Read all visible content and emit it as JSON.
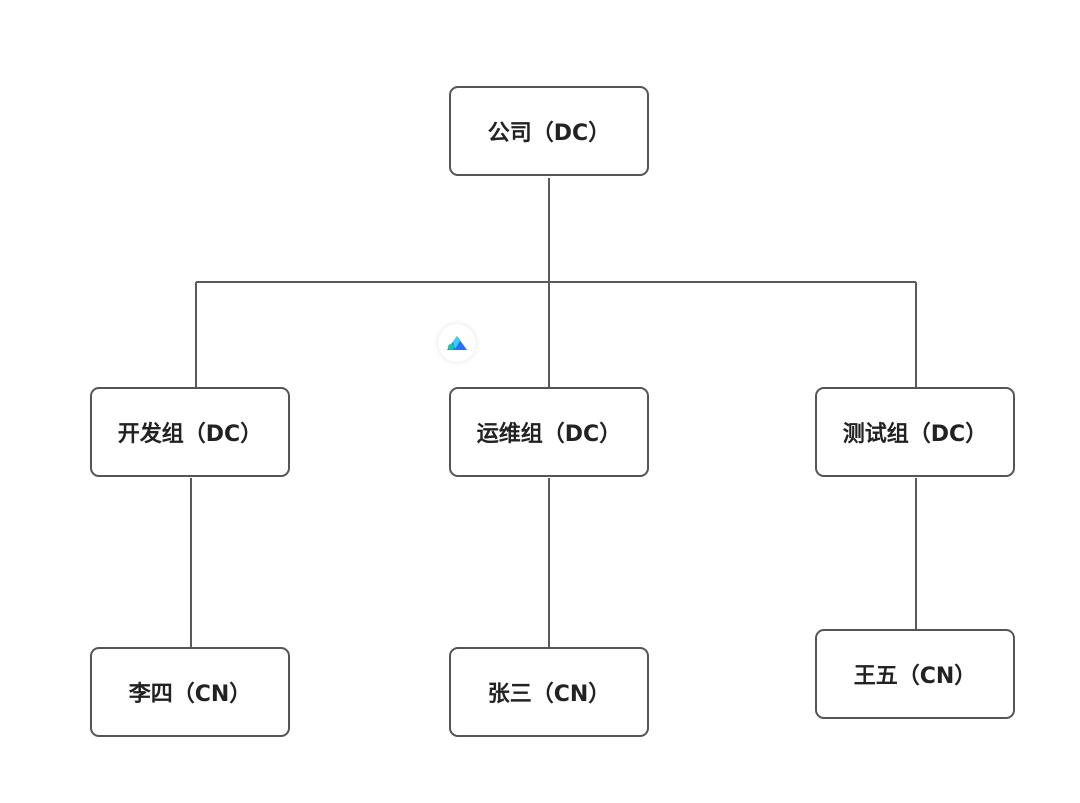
{
  "diagram": {
    "root": {
      "label": "公司（DC）"
    },
    "groups": [
      {
        "label": "开发组（DC）",
        "child": {
          "label": "李四（CN）"
        }
      },
      {
        "label": "运维组（DC）",
        "child": {
          "label": "张三（CN）"
        }
      },
      {
        "label": "测试组（DC）",
        "child": {
          "label": "王五（CN）"
        }
      }
    ]
  },
  "colors": {
    "border": "#555555",
    "connector": "#5a5a5a",
    "text": "#222222",
    "background": "#ffffff"
  },
  "icons": {
    "floating_badge": "app-logo-icon"
  }
}
